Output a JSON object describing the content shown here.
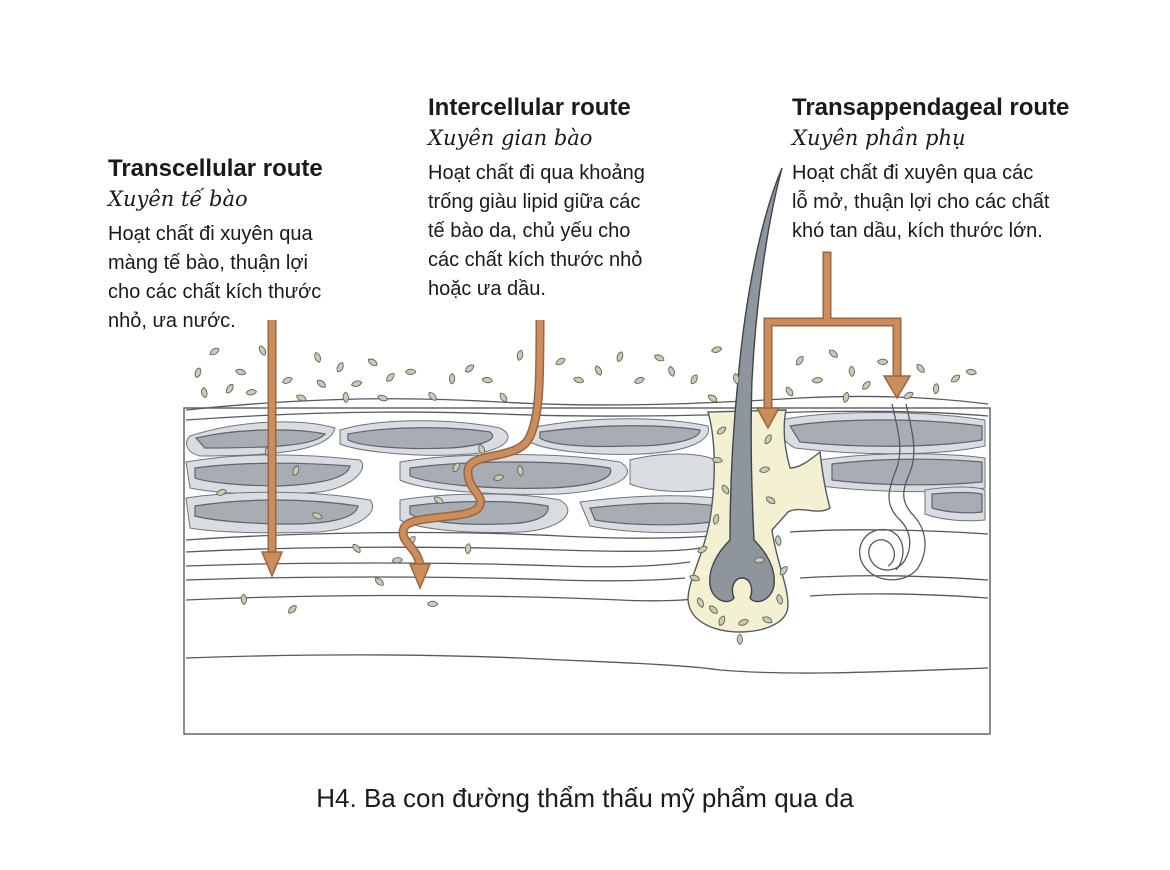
{
  "colors": {
    "arrow": "#c98d5e",
    "arrow_stroke": "#9a6640",
    "cell_fill": "#a8adb4",
    "cell_halo": "#d9dce0",
    "follicle_fill": "#f4f0d2",
    "hair_fill": "#8f959d",
    "particle_fill": "#c9ccb2",
    "line": "#555a60"
  },
  "routes": {
    "transcellular": {
      "title": "Transcellular route",
      "subtitle": "Xuyên tế bào",
      "description": [
        "Hoạt chất đi xuyên qua",
        "màng tế bào, thuận lợi",
        "cho các chất kích thước",
        "nhỏ, ưa nước."
      ]
    },
    "intercellular": {
      "title": "Intercellular route",
      "subtitle": "Xuyên gian bào",
      "description": [
        "Hoạt chất đi qua khoảng",
        "trống giàu lipid giữa các",
        "tế bào da, chủ yếu cho",
        "các chất kích thước nhỏ",
        "hoặc ưa dầu."
      ]
    },
    "transappendageal": {
      "title": "Transappendageal route",
      "subtitle": "Xuyên phần phụ",
      "description": [
        "Hoạt chất đi xuyên qua các",
        "lỗ mở, thuận lợi cho các chất",
        "khó tan dầu, kích thước lớn."
      ]
    }
  },
  "caption": "H4. Ba con đường thẩm thấu mỹ phẩm qua da"
}
